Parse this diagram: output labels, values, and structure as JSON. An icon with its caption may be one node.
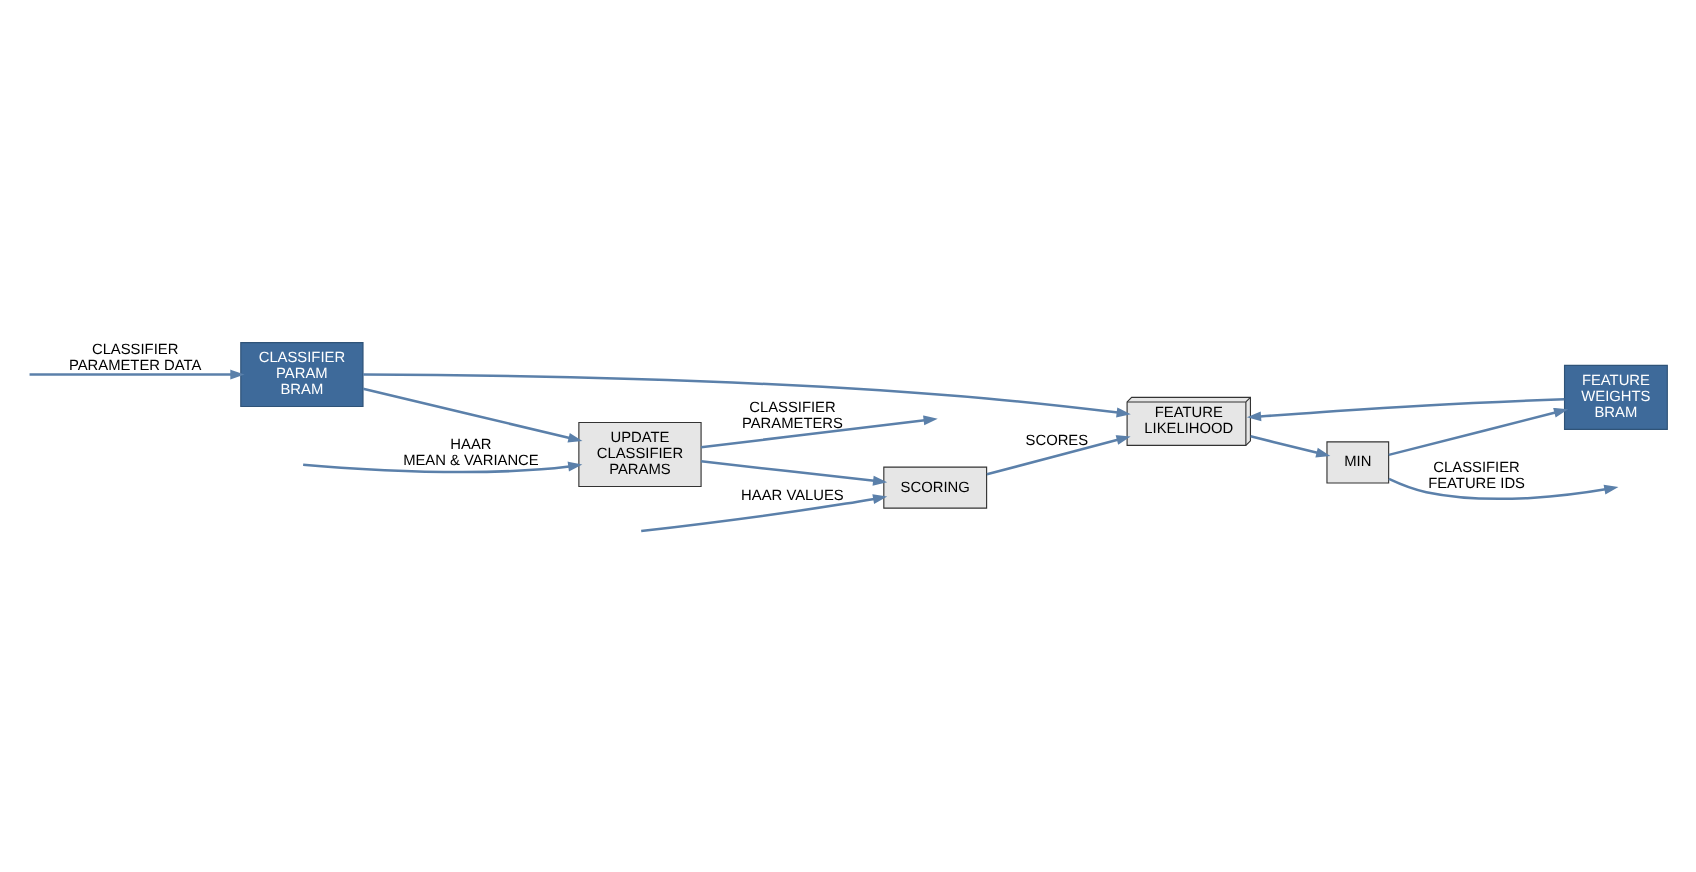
{
  "diagram": {
    "nodes": [
      {
        "text": [
          "UPDATE CLASSIFIER PARAMS"
        ]
      },
      {
        "text": [
          "CLASSIFIER PARAM BRAM"
        ]
      },
      {
        "text": [
          "SCORING"
        ]
      },
      {
        "text": [
          "FEATURE WEIGHTS BRAM"
        ]
      },
      {
        "text": [
          "FEATURE LIKELIHOOD"
        ]
      },
      {
        "text": [
          "MIN"
        ]
      }
    ],
    "edges": [
      {
        "from": null,
        "to": 2,
        "arrow": "to",
        "label": "HAAR VALUES"
      },
      {
        "from": null,
        "to": 0,
        "arrow": "to",
        "label": "HAAR MEAN & VARIANCE"
      },
      {
        "from": null,
        "to": 1,
        "arrow": "to",
        "label": "CLASSIFIER PARAMETER DATA"
      },
      {
        "from": 1,
        "to": 0,
        "arrow": "to"
      },
      {
        "from": 0,
        "to": null,
        "arrow": "to",
        "label": "CLASSIFIER PARAMETERS"
      },
      {
        "from": 0,
        "to": 2,
        "arrow": "to"
      },
      {
        "from": 1,
        "to": 4,
        "arrow": "to"
      },
      {
        "from": 2,
        "to": 4,
        "arrow": "to",
        "label": "SCORES"
      },
      {
        "from": 3,
        "to": 4,
        "arrow": "to"
      },
      {
        "from": 4,
        "to": 5,
        "arrow": "to"
      },
      {
        "from": 5,
        "to": null,
        "arrow": "to",
        "label": "CLASSIFIER FEATURE IDS"
      },
      {
        "from": 5,
        "to": 3,
        "arrow": "to"
      }
    ]
  }
}
